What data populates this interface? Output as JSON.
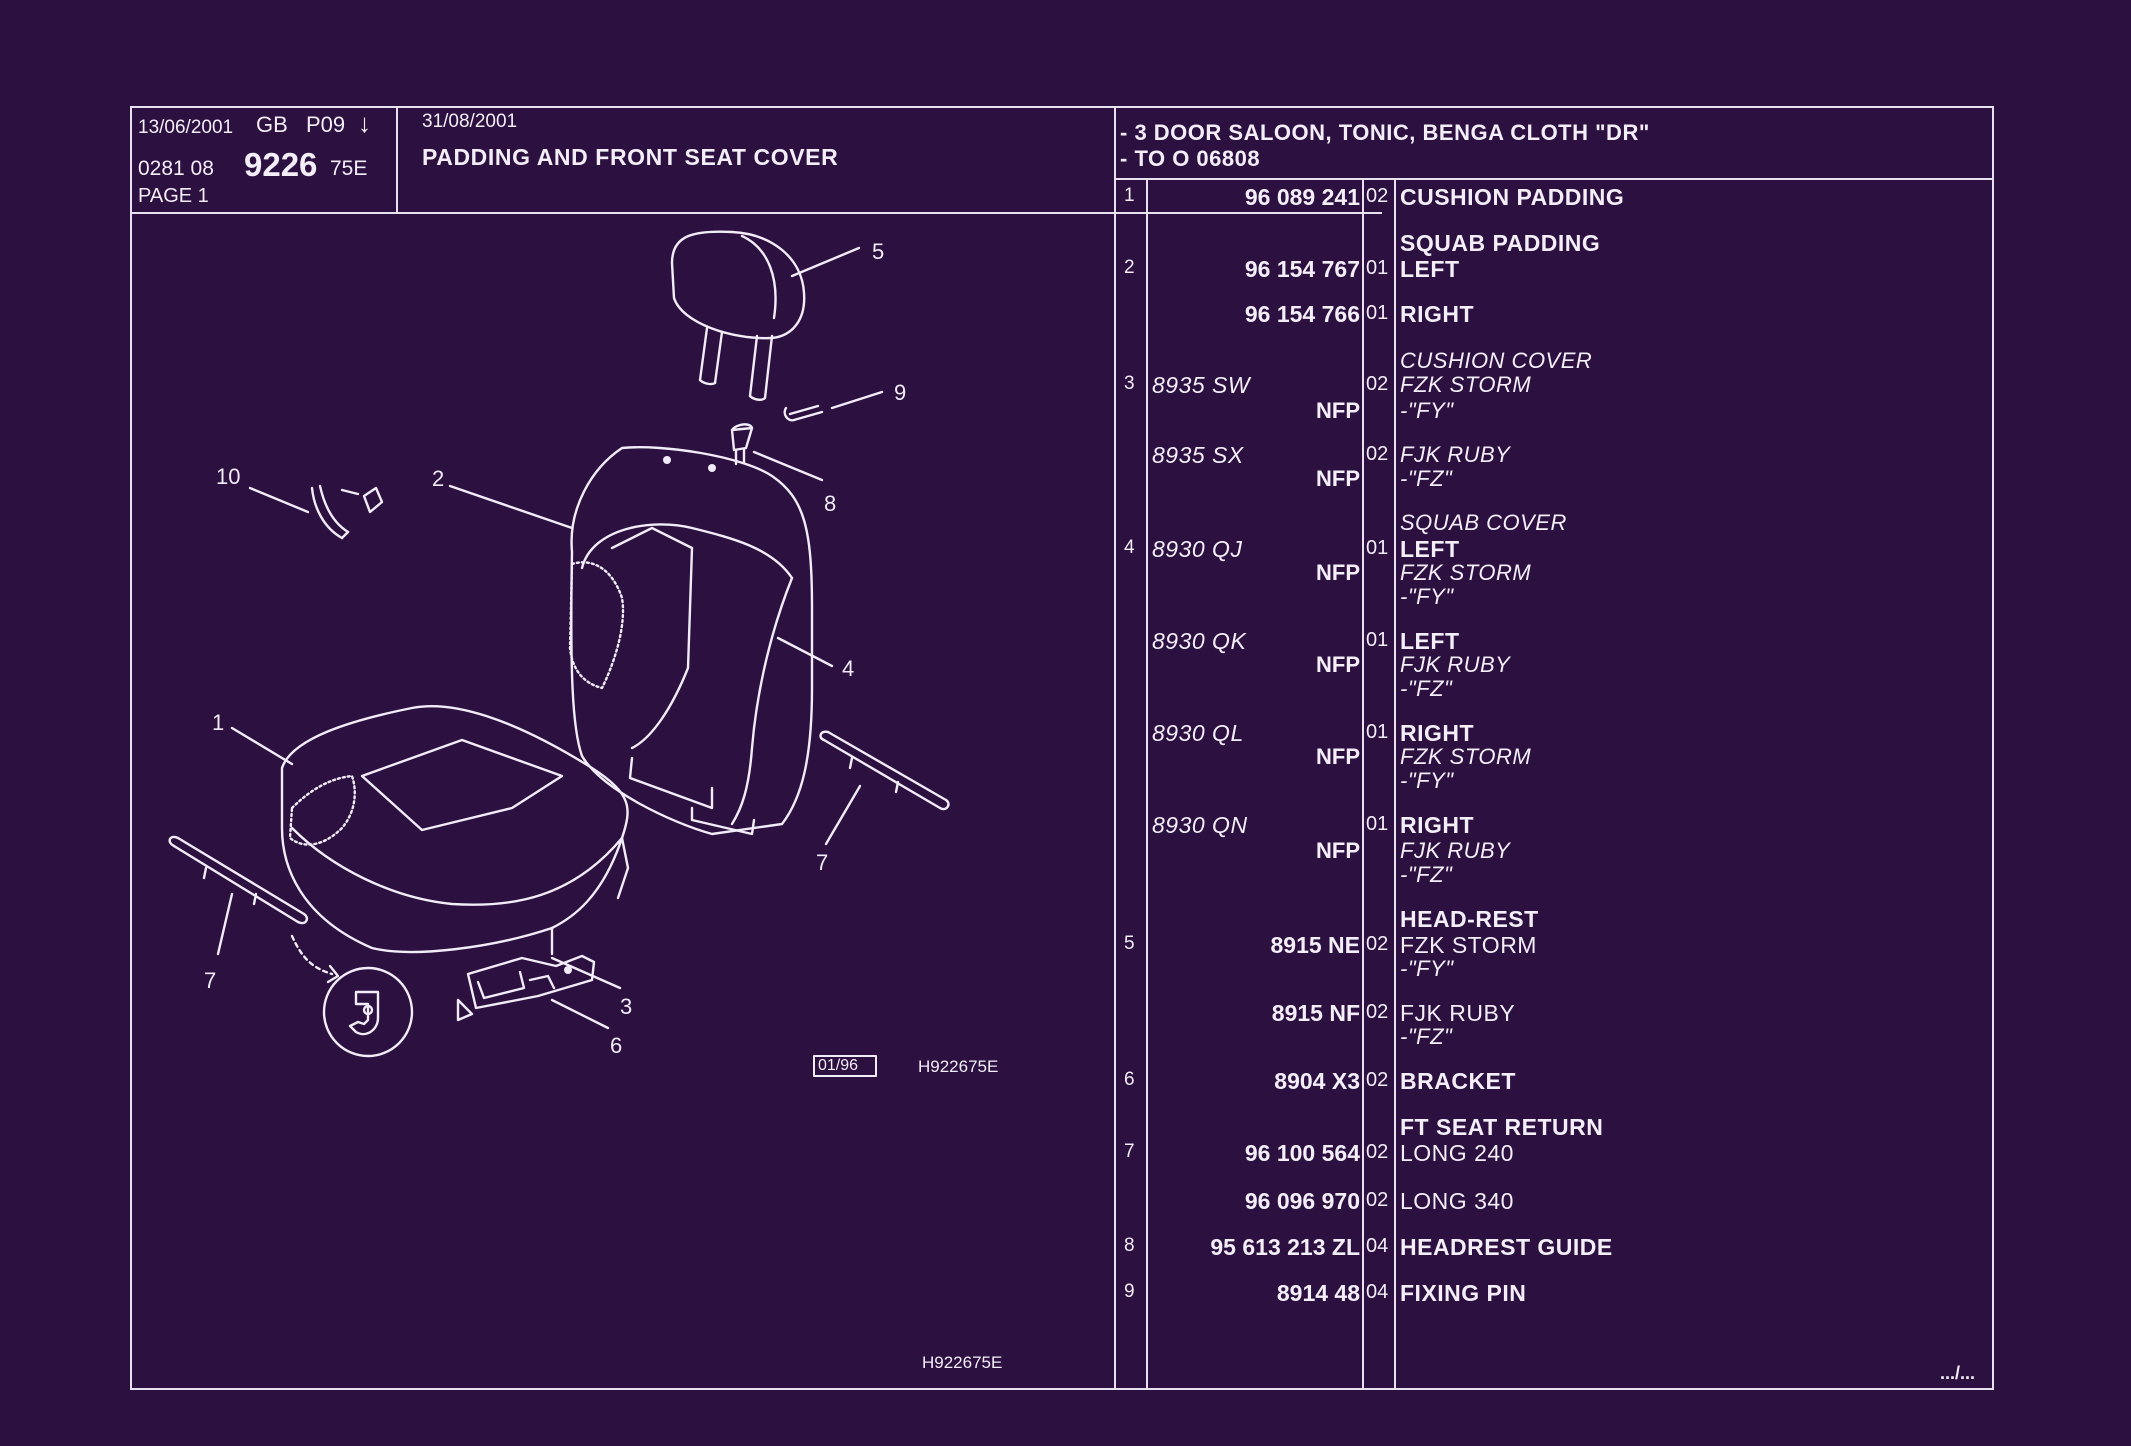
{
  "header": {
    "date_left": "13/06/2001",
    "lang": "GB",
    "page_code": "P09",
    "arrow": "↓",
    "ref_prefix": "0281 08",
    "ref_main": "9226",
    "ref_suffix": "75E",
    "page": "PAGE 1",
    "date_mid": "31/08/2001",
    "title": "PADDING AND FRONT SEAT COVER",
    "model_line1": "- 3 DOOR SALOON, TONIC, BENGA CLOTH \"DR\"",
    "model_line2": "- TO O  06808"
  },
  "diagram": {
    "callouts": [
      "1",
      "2",
      "3",
      "4",
      "5",
      "6",
      "7",
      "7",
      "8",
      "9",
      "10"
    ],
    "date_box": "01/96",
    "drawing_ref": "H922675E",
    "footer_ref": "H922675E"
  },
  "footer": {
    "continuation": ".../..."
  },
  "parts": [
    {
      "ref": "1",
      "pn": "96 089 241",
      "qty": "02",
      "desc": "CUSHION PADDING"
    },
    {
      "desc": "SQUAB PADDING"
    },
    {
      "ref": "2",
      "pn": "96 154 767",
      "qty": "01",
      "desc": "LEFT"
    },
    {
      "pn": "96 154 766",
      "qty": "01",
      "desc": "RIGHT"
    },
    {
      "desc": "CUSHION COVER"
    },
    {
      "ref": "3",
      "pn_it": "8935 SW",
      "qty": "02",
      "desc": "FZK STORM"
    },
    {
      "nfp": "NFP",
      "desc": "-\"FY\""
    },
    {
      "pn_it": "8935 SX",
      "qty": "02",
      "desc": "FJK RUBY"
    },
    {
      "nfp": "NFP",
      "desc": "-\"FZ\""
    },
    {
      "desc": "SQUAB COVER"
    },
    {
      "ref": "4",
      "pn_it": "8930 QJ",
      "qty": "01",
      "desc": "LEFT"
    },
    {
      "nfp": "NFP",
      "desc": "FZK STORM"
    },
    {
      "desc": "-\"FY\""
    },
    {
      "pn_it": "8930 QK",
      "qty": "01",
      "desc": "LEFT"
    },
    {
      "nfp": "NFP",
      "desc": "FJK RUBY"
    },
    {
      "desc": "-\"FZ\""
    },
    {
      "pn_it": "8930 QL",
      "qty": "01",
      "desc": "RIGHT"
    },
    {
      "nfp": "NFP",
      "desc": "FZK STORM"
    },
    {
      "desc": "-\"FY\""
    },
    {
      "pn_it": "8930 QN",
      "qty": "01",
      "desc": "RIGHT"
    },
    {
      "nfp": "NFP",
      "desc": "FJK RUBY"
    },
    {
      "desc": "-\"FZ\""
    },
    {
      "desc": "HEAD-REST"
    },
    {
      "ref": "5",
      "pn": "8915 NE",
      "qty": "02",
      "desc": "FZK STORM"
    },
    {
      "desc": "-\"FY\""
    },
    {
      "pn": "8915 NF",
      "qty": "02",
      "desc": "FJK RUBY"
    },
    {
      "desc": "-\"FZ\""
    },
    {
      "ref": "6",
      "pn": "8904 X3",
      "qty": "02",
      "desc": "BRACKET"
    },
    {
      "desc": "FT SEAT RETURN"
    },
    {
      "ref": "7",
      "pn": "96 100 564",
      "qty": "02",
      "desc": "LONG 240"
    },
    {
      "pn": "96 096 970",
      "qty": "02",
      "desc": "LONG 340"
    },
    {
      "ref": "8",
      "pn": "95 613 213 ZL",
      "qty": "04",
      "desc": "HEADREST GUIDE"
    },
    {
      "ref": "9",
      "pn": "8914 48",
      "qty": "04",
      "desc": "FIXING PIN"
    }
  ]
}
